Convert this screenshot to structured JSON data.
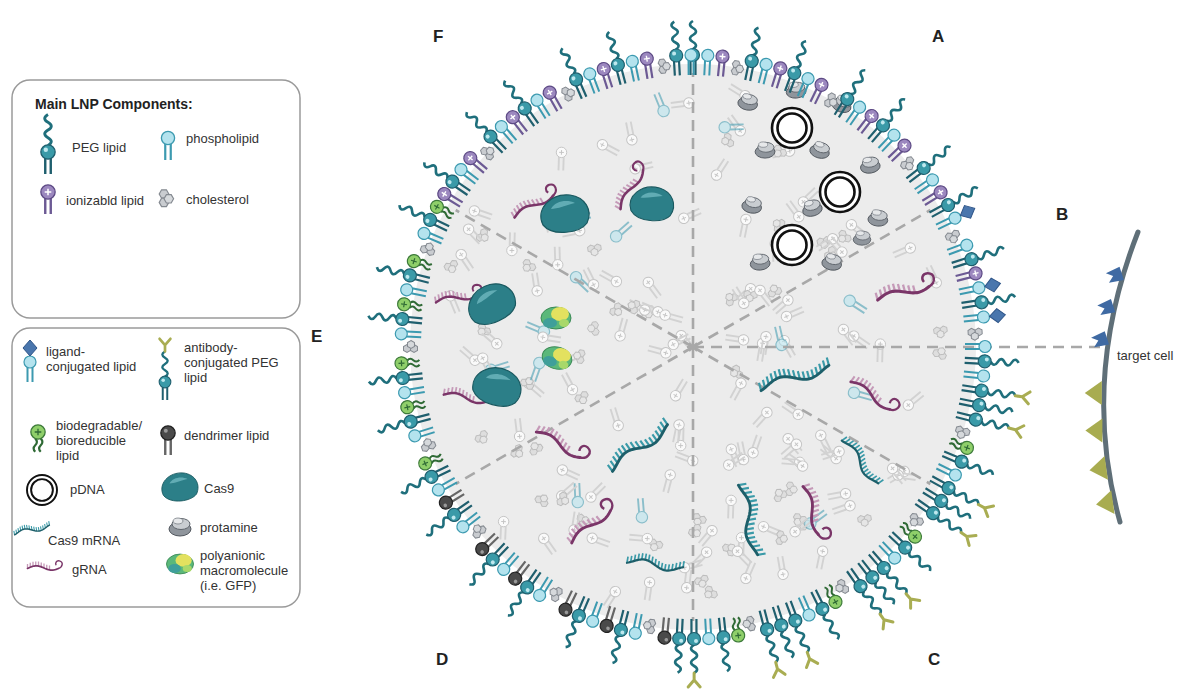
{
  "diagram": {
    "labels": [
      "F",
      "A",
      "Main LNP Components:",
      "B",
      "target cell",
      "E",
      "D",
      "C"
    ],
    "legend": [
      {
        "text": "PEG lipid"
      },
      {
        "text": "phospholipid"
      },
      {
        "text": "ionizabld lipid"
      },
      {
        "text": "cholesterol"
      },
      {
        "text": "ligand-conjugated lipid"
      },
      {
        "text": "antibody-conjugated PEG lipid"
      },
      {
        "text": "biodegradable/ bioreducible lipid"
      },
      {
        "text": "dendrimer lipid"
      },
      {
        "text": "pDNA"
      },
      {
        "text": "Cas9"
      },
      {
        "text": "Cas9 mRNA"
      },
      {
        "text": "protamine"
      },
      {
        "text": "gRNA"
      },
      {
        "text": "polyanionic macromolecule (i.e. GFP)"
      }
    ]
  }
}
